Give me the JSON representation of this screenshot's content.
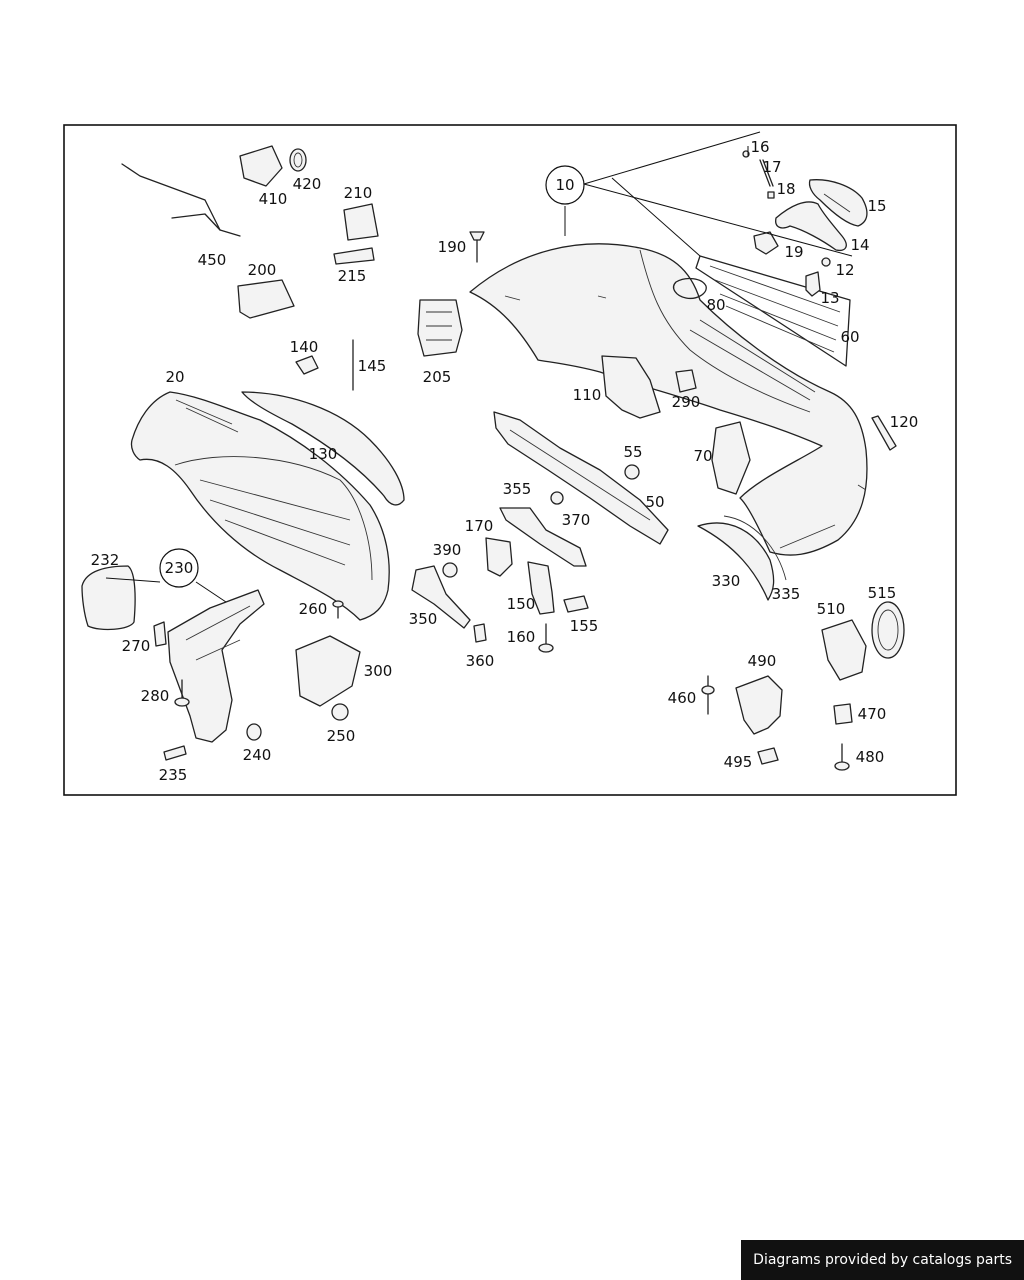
{
  "diagram": {
    "callouts": [
      {
        "id": "10",
        "circled": true
      },
      {
        "id": "12"
      },
      {
        "id": "13"
      },
      {
        "id": "14"
      },
      {
        "id": "15"
      },
      {
        "id": "16"
      },
      {
        "id": "17"
      },
      {
        "id": "18"
      },
      {
        "id": "19"
      },
      {
        "id": "20"
      },
      {
        "id": "50"
      },
      {
        "id": "55"
      },
      {
        "id": "60"
      },
      {
        "id": "70"
      },
      {
        "id": "80"
      },
      {
        "id": "110"
      },
      {
        "id": "120"
      },
      {
        "id": "130"
      },
      {
        "id": "140"
      },
      {
        "id": "145"
      },
      {
        "id": "150"
      },
      {
        "id": "155"
      },
      {
        "id": "160"
      },
      {
        "id": "170"
      },
      {
        "id": "190"
      },
      {
        "id": "200"
      },
      {
        "id": "205"
      },
      {
        "id": "210"
      },
      {
        "id": "215"
      },
      {
        "id": "230",
        "circled": true
      },
      {
        "id": "232"
      },
      {
        "id": "235"
      },
      {
        "id": "240"
      },
      {
        "id": "250"
      },
      {
        "id": "260"
      },
      {
        "id": "270"
      },
      {
        "id": "280"
      },
      {
        "id": "290"
      },
      {
        "id": "300"
      },
      {
        "id": "330"
      },
      {
        "id": "335"
      },
      {
        "id": "350"
      },
      {
        "id": "355"
      },
      {
        "id": "360"
      },
      {
        "id": "370"
      },
      {
        "id": "390"
      },
      {
        "id": "410"
      },
      {
        "id": "420"
      },
      {
        "id": "450"
      },
      {
        "id": "460"
      },
      {
        "id": "470"
      },
      {
        "id": "480"
      },
      {
        "id": "490"
      },
      {
        "id": "495"
      },
      {
        "id": "510"
      },
      {
        "id": "515"
      }
    ]
  },
  "footer": {
    "text": "Diagrams provided by catalogs parts"
  }
}
